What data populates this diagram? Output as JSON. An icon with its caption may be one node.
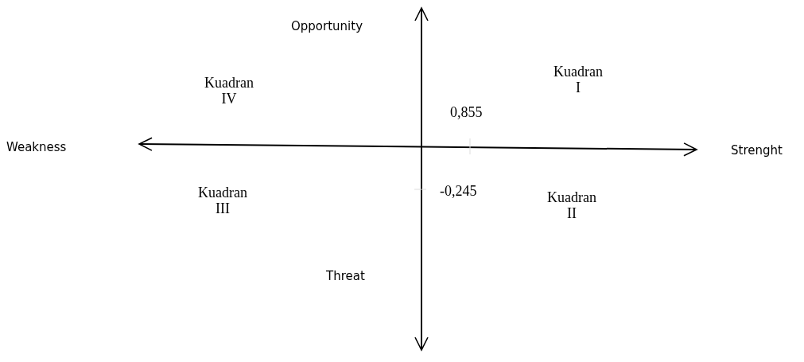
{
  "diagram": {
    "labels": [
      "Opportunity",
      "Kuadran I",
      "Kuadran IV",
      "0,855",
      "Weakness",
      "Strenght",
      "Kuadran III",
      "-0,245",
      "Kuadran II",
      "Threat"
    ]
  }
}
